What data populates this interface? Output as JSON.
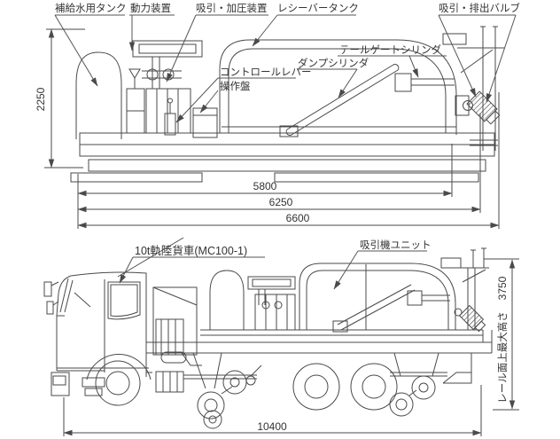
{
  "top_drawing": {
    "labels": {
      "supply_water_tank": "補給水用タンク",
      "power_unit": "動力装置",
      "suction_pressure_device": "吸引・加圧装置",
      "receiver_tank": "レシーバータンク",
      "suction_discharge_valve": "吸引・排出バルブ",
      "tailgate_cylinder": "テールゲートシリンダ",
      "dump_cylinder": "ダンプシリンダ",
      "control_lever": "コントロールレバー",
      "operation_panel": "操作盤"
    },
    "dimensions": {
      "overall_height": "2250",
      "tank_length": "5800",
      "sub_length": "6250",
      "overall_length": "6600"
    }
  },
  "bottom_drawing": {
    "labels": {
      "truck_model": "10t軌陸貨車(MC100-1)",
      "suction_unit": "吸引機ユニット",
      "rail_height_caption": "レール面上最大高さ",
      "rail_height_value": "3750"
    },
    "dimensions": {
      "overall_length": "10400"
    }
  },
  "colors": {
    "line": "#4a4a4a",
    "text": "#333333",
    "background": "#ffffff"
  }
}
